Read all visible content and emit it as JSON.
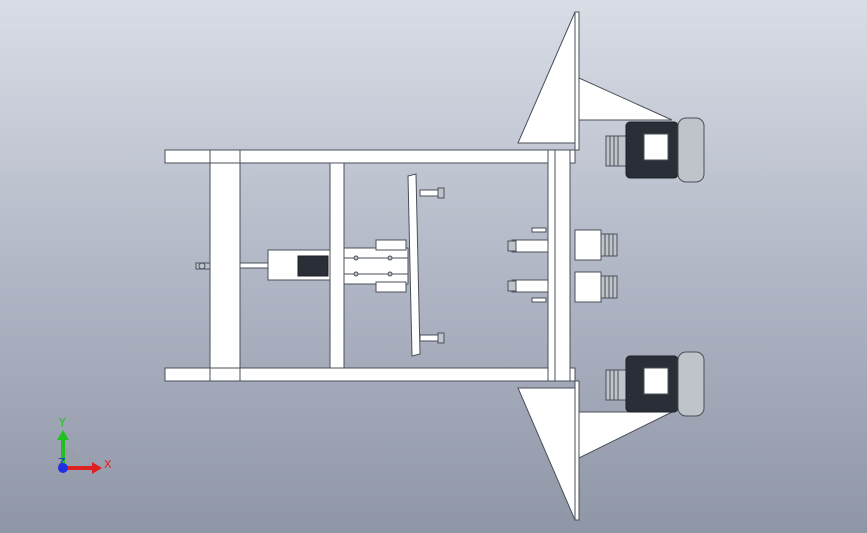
{
  "triad": {
    "x_label": "X",
    "y_label": "Y",
    "z_label": "Z",
    "x_color": "#e02020",
    "y_color": "#20c020",
    "z_color": "#2030e0"
  },
  "colors": {
    "line": "#4a4f5a",
    "part": "#ffffff",
    "motor_dark": "#2a2e36"
  }
}
